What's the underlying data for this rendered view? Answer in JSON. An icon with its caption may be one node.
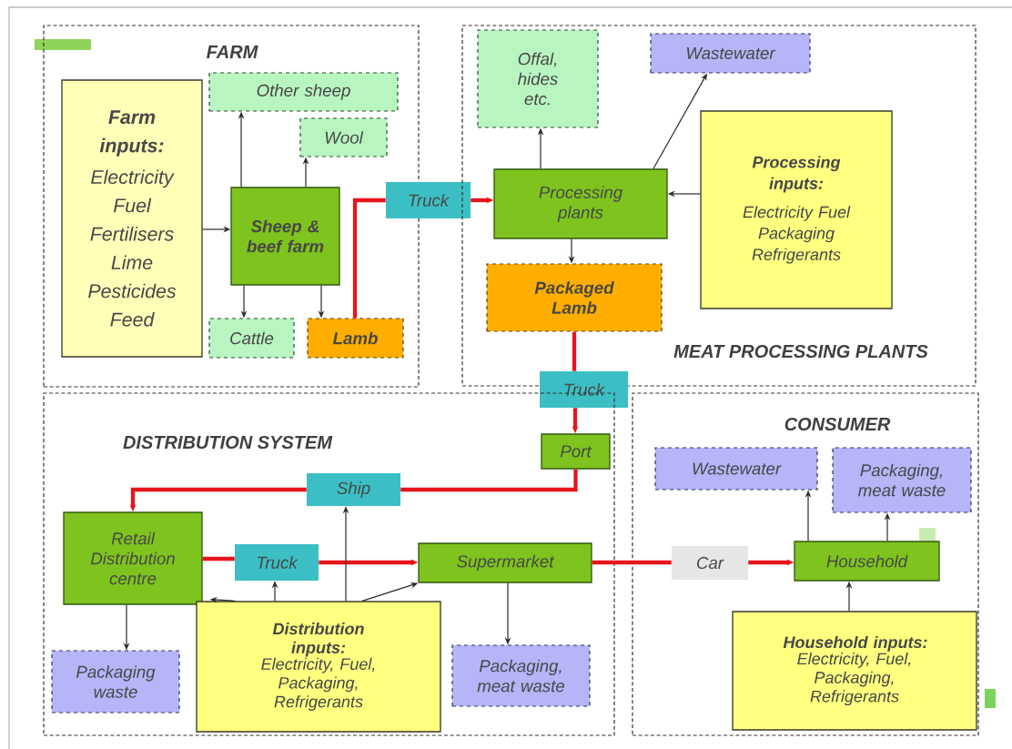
{
  "diagram": {
    "nodes": [
      {
        "text": [
          "FARM"
        ]
      },
      {
        "text": [
          "Farm inputs:",
          "Electricity Fuel Fertilisers Lime Pesticides Feed"
        ],
        "in": 0
      },
      {
        "text": [
          "Other sheep"
        ],
        "in": 0
      },
      {
        "text": [
          "Wool"
        ],
        "in": 0
      },
      {
        "text": [
          "Sheep & beef farm"
        ],
        "in": 0
      },
      {
        "text": [
          "Cattle"
        ],
        "in": 0
      },
      {
        "text": [
          "Lamb"
        ],
        "in": 0
      },
      {
        "text": [
          "Truck"
        ]
      },
      {
        "text": [
          "MEAT PROCESSING PLANTS"
        ]
      },
      {
        "text": [
          "Offal, hides etc."
        ],
        "in": 8
      },
      {
        "text": [
          "Wastewater"
        ],
        "in": 8
      },
      {
        "text": [
          "Processing plants"
        ],
        "in": 8
      },
      {
        "text": [
          "Processing inputs:",
          "Electricity Fuel Packaging Refrigerants"
        ],
        "in": 8
      },
      {
        "text": [
          "Packaged Lamb"
        ],
        "in": 8
      },
      {
        "text": [
          "Truck"
        ]
      },
      {
        "text": [
          "DISTRIBUTION SYSTEM"
        ]
      },
      {
        "text": [
          "Port"
        ],
        "in": 15
      },
      {
        "text": [
          "Ship"
        ],
        "in": 15
      },
      {
        "text": [
          "Retail Distribution centre"
        ],
        "in": 15
      },
      {
        "text": [
          "Truck"
        ],
        "in": 15
      },
      {
        "text": [
          "Supermarket"
        ],
        "in": 15
      },
      {
        "text": [
          "Distribution inputs:",
          "Electricity, Fuel, Packaging, Refrigerants"
        ],
        "in": 15
      },
      {
        "text": [
          "Packaging waste"
        ],
        "in": 15
      },
      {
        "text": [
          "Packaging, meat waste"
        ],
        "in": 15
      },
      {
        "text": [
          "CONSUMER"
        ]
      },
      {
        "text": [
          "Wastewater"
        ],
        "in": 24
      },
      {
        "text": [
          "Packaging, meat waste"
        ],
        "in": 24
      },
      {
        "text": [
          "Car"
        ],
        "in": 24
      },
      {
        "text": [
          "Household"
        ],
        "in": 24
      },
      {
        "text": [
          "Household inputs:",
          "Electricity, Fuel, Packaging, Refrigerants"
        ],
        "in": 24
      }
    ],
    "edges": [
      {
        "from": 1,
        "to": 4,
        "arrow": "to"
      },
      {
        "from": 4,
        "to": 2,
        "arrow": "to"
      },
      {
        "from": 4,
        "to": 3,
        "arrow": "to"
      },
      {
        "from": 4,
        "to": 5,
        "arrow": "to"
      },
      {
        "from": 4,
        "to": 6,
        "arrow": "to"
      },
      {
        "from": 6,
        "to": 7,
        "arrow": "none",
        "style": "thick",
        "color": "#e8141c"
      },
      {
        "from": 7,
        "to": 11,
        "arrow": "to",
        "style": "thick",
        "color": "#e8141c"
      },
      {
        "from": 11,
        "to": 9,
        "arrow": "to"
      },
      {
        "from": 11,
        "to": 10,
        "arrow": "to"
      },
      {
        "from": 12,
        "to": 11,
        "arrow": "to"
      },
      {
        "from": 11,
        "to": 13,
        "arrow": "to"
      },
      {
        "from": 13,
        "to": 14,
        "arrow": "none",
        "style": "thick",
        "color": "#e8141c"
      },
      {
        "from": 14,
        "to": 16,
        "arrow": "to",
        "style": "thick",
        "color": "#e8141c"
      },
      {
        "from": 16,
        "to": 17,
        "arrow": "none",
        "style": "thick",
        "color": "#e8141c"
      },
      {
        "from": 17,
        "to": 18,
        "arrow": "to",
        "style": "thick",
        "color": "#e8141c"
      },
      {
        "from": 18,
        "to": 19,
        "arrow": "none",
        "style": "thick",
        "color": "#e8141c"
      },
      {
        "from": 19,
        "to": 20,
        "arrow": "to",
        "style": "thick",
        "color": "#e8141c"
      },
      {
        "from": 21,
        "to": 18,
        "arrow": "to"
      },
      {
        "from": 21,
        "to": 19,
        "arrow": "to"
      },
      {
        "from": 21,
        "to": 17,
        "arrow": "to"
      },
      {
        "from": 21,
        "to": 20,
        "arrow": "to"
      },
      {
        "from": 18,
        "to": 22,
        "arrow": "to"
      },
      {
        "from": 20,
        "to": 23,
        "arrow": "to"
      },
      {
        "from": 20,
        "to": 27,
        "arrow": "none",
        "style": "thick",
        "color": "#e8141c"
      },
      {
        "from": 27,
        "to": 28,
        "arrow": "to",
        "style": "thick",
        "color": "#e8141c"
      },
      {
        "from": 28,
        "to": 25,
        "arrow": "to"
      },
      {
        "from": 28,
        "to": 26,
        "arrow": "to"
      },
      {
        "from": 29,
        "to": 28,
        "arrow": "to"
      }
    ]
  }
}
